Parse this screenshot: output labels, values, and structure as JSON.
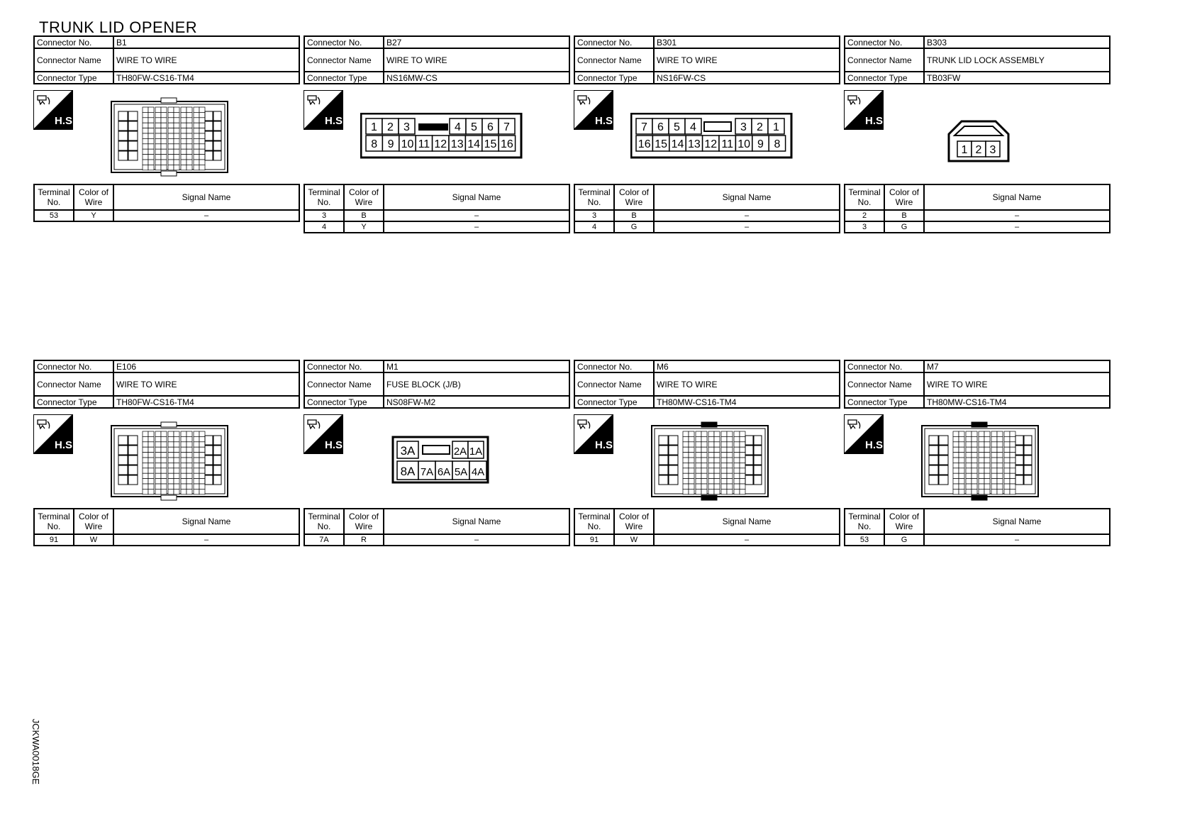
{
  "title": "TRUNK LID OPENER",
  "labels": {
    "connector_no": "Connector No.",
    "connector_name": "Connector Name",
    "connector_type": "Connector Type",
    "hs": "H.S.",
    "terminal_no": "Terminal No.",
    "color_of_wire": "Color of Wire",
    "signal_name": "Signal Name"
  },
  "side_code": "JCKWA0018GE",
  "connectors": [
    {
      "no": "B1",
      "name": "WIRE TO WIRE",
      "type": "TH80FW-CS16-TM4",
      "rows": [
        {
          "t": "53",
          "c": "Y",
          "s": "–"
        }
      ]
    },
    {
      "no": "B27",
      "name": "WIRE TO WIRE",
      "type": "NS16MW-CS",
      "rows": [
        {
          "t": "3",
          "c": "B",
          "s": "–"
        },
        {
          "t": "4",
          "c": "Y",
          "s": "–"
        }
      ]
    },
    {
      "no": "B301",
      "name": "WIRE TO WIRE",
      "type": "NS16FW-CS",
      "rows": [
        {
          "t": "3",
          "c": "B",
          "s": "–"
        },
        {
          "t": "4",
          "c": "G",
          "s": "–"
        }
      ]
    },
    {
      "no": "B303",
      "name": "TRUNK LID LOCK ASSEMBLY",
      "type": "TB03FW",
      "rows": [
        {
          "t": "2",
          "c": "B",
          "s": "–"
        },
        {
          "t": "3",
          "c": "G",
          "s": "–"
        }
      ]
    },
    {
      "no": "E106",
      "name": "WIRE TO WIRE",
      "type": "TH80FW-CS16-TM4",
      "rows": [
        {
          "t": "91",
          "c": "W",
          "s": "–"
        }
      ]
    },
    {
      "no": "M1",
      "name": "FUSE BLOCK (J/B)",
      "type": "NS08FW-M2",
      "rows": [
        {
          "t": "7A",
          "c": "R",
          "s": "–"
        }
      ]
    },
    {
      "no": "M6",
      "name": "WIRE TO WIRE",
      "type": "TH80MW-CS16-TM4",
      "rows": [
        {
          "t": "91",
          "c": "W",
          "s": "–"
        }
      ]
    },
    {
      "no": "M7",
      "name": "WIRE TO WIRE",
      "type": "TH80MW-CS16-TM4",
      "rows": [
        {
          "t": "53",
          "c": "G",
          "s": "–"
        }
      ]
    }
  ],
  "pin_layouts": {
    "b27_top": [
      "1",
      "2",
      "3",
      "4",
      "5",
      "6",
      "7"
    ],
    "b27_bottom": [
      "8",
      "9",
      "10",
      "11",
      "12",
      "13",
      "14",
      "15",
      "16"
    ],
    "b301_top": [
      "7",
      "6",
      "5",
      "4",
      "3",
      "2",
      "1"
    ],
    "b301_bottom": [
      "16",
      "15",
      "14",
      "13",
      "12",
      "11",
      "10",
      "9",
      "8"
    ],
    "b303": [
      "1",
      "2",
      "3"
    ],
    "m1_top": [
      "3A",
      "2A",
      "1A"
    ],
    "m1_bottom": [
      "8A",
      "7A",
      "6A",
      "5A",
      "4A"
    ]
  }
}
